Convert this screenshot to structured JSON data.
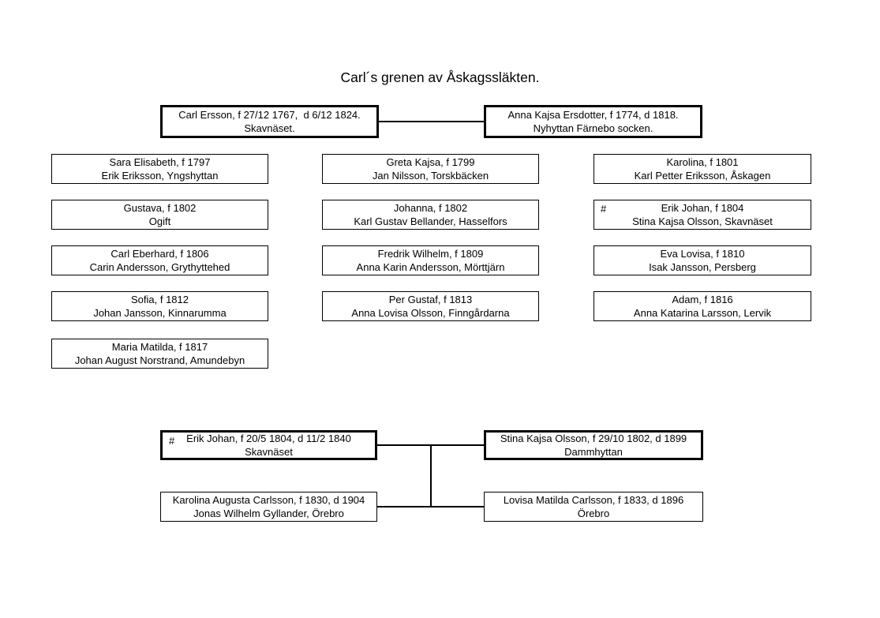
{
  "title": "Carl´s grenen av Åskagssläkten.",
  "generation1": {
    "father": {
      "line1": "Carl Ersson, f 27/12 1767,  d 6/12 1824.",
      "line2": "Skavnäset."
    },
    "mother": {
      "line1": "Anna Kajsa Ersdotter, f 1774, d 1818.",
      "line2": "Nyhyttan Färnebo socken."
    }
  },
  "children": [
    {
      "marker": "",
      "line1": "Sara Elisabeth, f 1797",
      "line2": "Erik Eriksson, Yngshyttan"
    },
    {
      "marker": "",
      "line1": "Greta Kajsa, f 1799",
      "line2": "Jan Nilsson, Torskbäcken"
    },
    {
      "marker": "",
      "line1": "Karolina, f 1801",
      "line2": "Karl Petter Eriksson, Åskagen"
    },
    {
      "marker": "",
      "line1": "Gustava, f 1802",
      "line2": "Ogift"
    },
    {
      "marker": "",
      "line1": "Johanna, f 1802",
      "line2": "Karl Gustav Bellander, Hasselfors"
    },
    {
      "marker": "#",
      "line1": "Erik Johan, f 1804",
      "line2": "Stina Kajsa Olsson, Skavnäset"
    },
    {
      "marker": "",
      "line1": "Carl Eberhard, f 1806",
      "line2": "Carin Andersson, Grythyttehed"
    },
    {
      "marker": "",
      "line1": "Fredrik Wilhelm, f 1809",
      "line2": "Anna Karin Andersson, Mörttjärn"
    },
    {
      "marker": "",
      "line1": "Eva Lovisa, f 1810",
      "line2": "Isak Jansson, Persberg"
    },
    {
      "marker": "",
      "line1": "Sofia, f 1812",
      "line2": "Johan Jansson, Kinnarumma"
    },
    {
      "marker": "",
      "line1": "Per Gustaf, f 1813",
      "line2": "Anna Lovisa Olsson, Finngårdarna"
    },
    {
      "marker": "",
      "line1": "Adam, f 1816",
      "line2": "Anna Katarina Larsson, Lervik"
    },
    {
      "marker": "",
      "line1": "Maria Matilda, f 1817",
      "line2": "Johan August Norstrand, Amundebyn"
    }
  ],
  "generation2": {
    "father": {
      "marker": "#",
      "line1": "Erik Johan, f 20/5 1804, d 11/2 1840",
      "line2": "Skavnäset"
    },
    "mother": {
      "line1": "Stina Kajsa Olsson, f 29/10 1802, d 1899",
      "line2": "Dammhyttan"
    },
    "children": [
      {
        "line1": "Karolina Augusta Carlsson, f 1830, d 1904",
        "line2": "Jonas Wilhelm Gyllander, Örebro"
      },
      {
        "line1": "Lovisa Matilda Carlsson, f 1833, d 1896",
        "line2": "Örebro"
      }
    ]
  },
  "colors": {
    "border": "#000000",
    "background": "#ffffff",
    "text": "#000000"
  }
}
